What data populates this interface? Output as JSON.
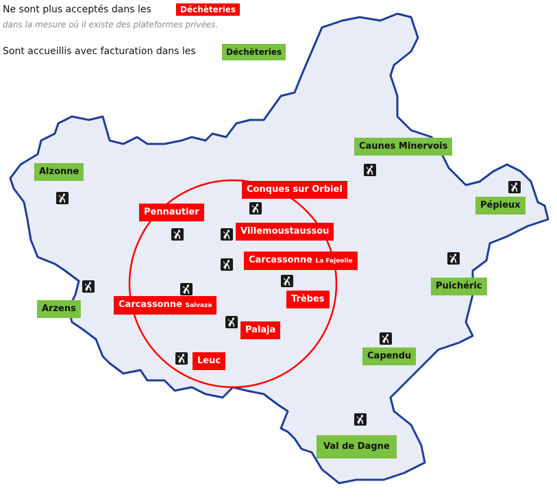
{
  "legend": {
    "line1_text": "Ne sont plus acceptés dans les",
    "line1_badge": "Déchèteries",
    "line1_badge_color": "#ff0000",
    "note": "dans la mesure où il existe des plateformes privées.",
    "line2_text": "Sont accueillis avec facturation dans les",
    "line2_badge": "Déchèteries",
    "line2_badge_color": "#7bc142"
  },
  "map": {
    "region_fill": "#e8ecf6",
    "border_color": "#1f3d99",
    "circle_color": "#ff0000",
    "icon_name": "waste-site-icon",
    "red_sites": {
      "conques": "Conques sur Orbiel",
      "pennautier": "Pennautier",
      "villemoustaussou": "Villemoustaussou",
      "carcassonne_fajeolle": "Carcassonne",
      "carcassonne_fajeolle_suffix": "La Fajeolle",
      "trebes": "Trèbes",
      "carcassonne_salvaza": "Carcassonne",
      "carcassonne_salvaza_suffix": "Salvaza",
      "palaja": "Palaja",
      "leuc": "Leuc"
    },
    "green_sites": {
      "alzonne": "Alzonne",
      "arzens": "Arzens",
      "caunes": "Caunes Minervois",
      "pepieux": "Pépieux",
      "puicheric": "Puichéric",
      "capendu": "Capendu",
      "val_de_dagne": "Val de Dagne"
    }
  }
}
